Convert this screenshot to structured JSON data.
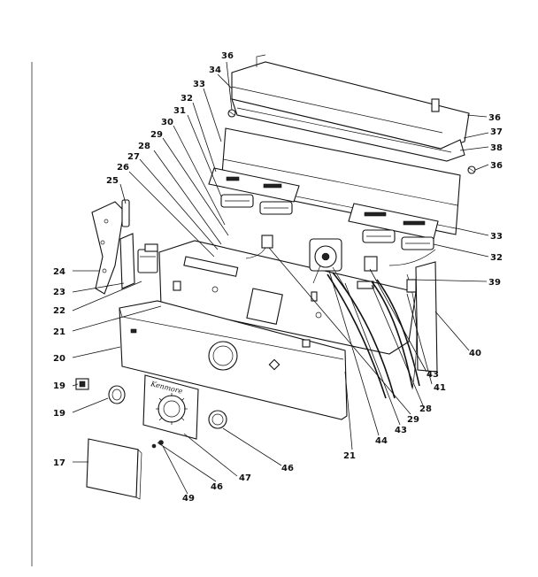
{
  "diagram": {
    "brand_text": "Kenmore",
    "callouts": [
      {
        "id": "c36a",
        "text": "36"
      },
      {
        "id": "c34",
        "text": "34"
      },
      {
        "id": "c33a",
        "text": "33"
      },
      {
        "id": "c32a",
        "text": "32"
      },
      {
        "id": "c31",
        "text": "31"
      },
      {
        "id": "c30",
        "text": "30"
      },
      {
        "id": "c29a",
        "text": "29"
      },
      {
        "id": "c28a",
        "text": "28"
      },
      {
        "id": "c27",
        "text": "27"
      },
      {
        "id": "c26",
        "text": "26"
      },
      {
        "id": "c25",
        "text": "25"
      },
      {
        "id": "c24",
        "text": "24"
      },
      {
        "id": "c23",
        "text": "23"
      },
      {
        "id": "c22",
        "text": "22"
      },
      {
        "id": "c21a",
        "text": "21"
      },
      {
        "id": "c20",
        "text": "20"
      },
      {
        "id": "c19a",
        "text": "19"
      },
      {
        "id": "c19b",
        "text": "19"
      },
      {
        "id": "c17",
        "text": "17"
      },
      {
        "id": "c49",
        "text": "49"
      },
      {
        "id": "c46a",
        "text": "46"
      },
      {
        "id": "c47",
        "text": "47"
      },
      {
        "id": "c46b",
        "text": "46"
      },
      {
        "id": "c21b",
        "text": "21"
      },
      {
        "id": "c44",
        "text": "44"
      },
      {
        "id": "c43a",
        "text": "43"
      },
      {
        "id": "c29b",
        "text": "29"
      },
      {
        "id": "c28b",
        "text": "28"
      },
      {
        "id": "c41",
        "text": "41"
      },
      {
        "id": "c43b",
        "text": "43"
      },
      {
        "id": "c40",
        "text": "40"
      },
      {
        "id": "c39",
        "text": "39"
      },
      {
        "id": "c32b",
        "text": "32"
      },
      {
        "id": "c33b",
        "text": "33"
      },
      {
        "id": "c36b",
        "text": "36"
      },
      {
        "id": "c37",
        "text": "37"
      },
      {
        "id": "c38",
        "text": "38"
      },
      {
        "id": "c36c",
        "text": "36"
      }
    ]
  }
}
